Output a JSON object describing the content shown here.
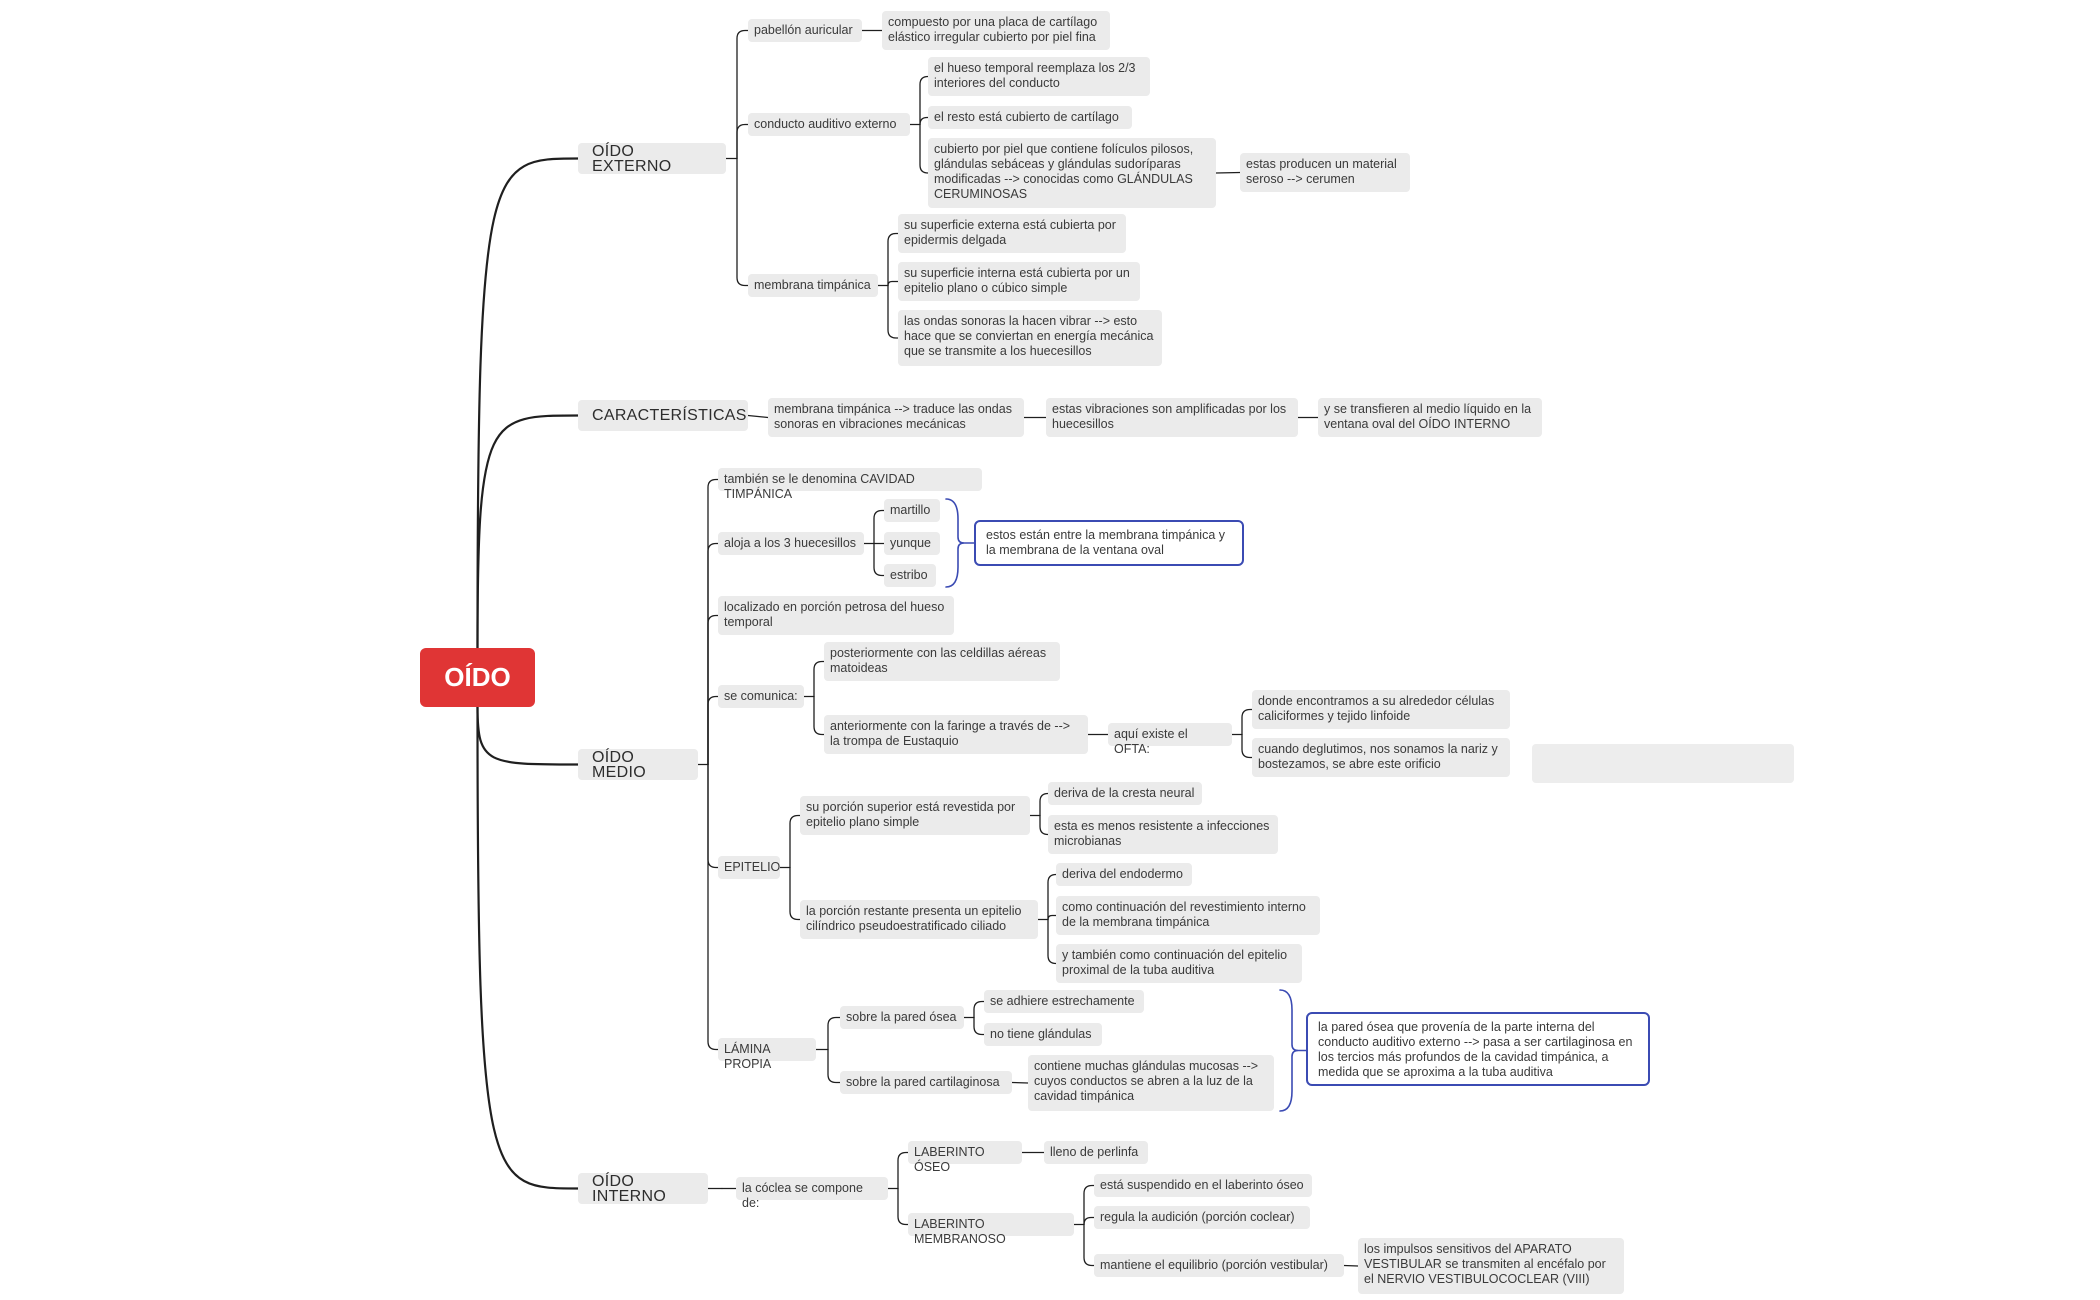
{
  "mindmap": {
    "root": "OÍDO",
    "branches": {
      "externo": {
        "title": "OÍDO EXTERNO",
        "pabellon": {
          "label": "pabellón auricular",
          "detail": "compuesto por una placa de cartílago elástico irregular cubierto por piel fina"
        },
        "conducto": {
          "label": "conducto auditivo externo",
          "items": [
            "el hueso temporal reemplaza los 2/3 interiores del conducto",
            "el resto está cubierto de cartílago",
            "cubierto por piel que contiene folículos pilosos, glándulas sebáceas y glándulas sudoríparas modificadas --> conocidas como GLÁNDULAS CERUMINOSAS"
          ],
          "cerumen": "estas producen un material seroso --> cerumen"
        },
        "membrana": {
          "label": "membrana timpánica",
          "items": [
            "su superficie externa está cubierta por epidermis delgada",
            "su superficie interna está cubierta por un epitelio plano o cúbico simple",
            "las ondas sonoras la hacen vibrar --> esto hace que se conviertan en energía mecánica que se transmite a los huecesillos"
          ]
        }
      },
      "caracteristicas": {
        "title": "CARACTERÍSTICAS",
        "chain": [
          "membrana timpánica --> traduce las ondas sonoras en vibraciones mecánicas",
          "estas vibraciones son amplificadas por los huecesillos",
          "y se transfieren al medio líquido en la ventana oval del OÍDO INTERNO"
        ]
      },
      "medio": {
        "title": "OÍDO MEDIO",
        "cavidad": "también se le denomina CAVIDAD TIMPÁNICA",
        "huecesillos": {
          "label": "aloja a los 3 huecesillos",
          "items": [
            "martillo",
            "yunque",
            "estribo"
          ],
          "note": "estos están entre la membrana timpánica y la membrana de la ventana oval"
        },
        "localizado": "localizado en porción petrosa del hueso temporal",
        "comunica": {
          "label": "se comunica:",
          "posterior": "posteriormente con las celdillas aéreas matoideas",
          "anterior": "anteriormente con la faringe a través de --> la trompa de Eustaquio",
          "ofta": "aquí existe el OFTA:",
          "ofta_items": [
            " donde encontramos a su alrededor células caliciformes y tejido linfoide",
            "cuando deglutimos, nos sonamos la nariz y bostezamos, se abre este orificio"
          ]
        },
        "epitelio": {
          "label": "EPITELIO",
          "superior": "su porción superior está revestida por epitelio plano simple",
          "superior_items": [
            "deriva de la cresta neural",
            "esta es menos resistente a infecciones microbianas"
          ],
          "restante": "la porción restante presenta un epitelio cilíndrico pseudoestratificado ciliado",
          "restante_items": [
            "deriva del endodermo",
            "como continuación del revestimiento interno de la membrana timpánica",
            "y también como continuación del epitelio proximal de la tuba auditiva"
          ]
        },
        "lamina": {
          "label": "LÁMINA PROPIA",
          "osea": "sobre la pared ósea",
          "osea_items": [
            "se adhiere estrechamente",
            "no tiene glándulas"
          ],
          "cartilaginosa": "sobre la pared cartilaginosa",
          "cartilaginosa_detail": "contiene muchas glándulas mucosas --> cuyos conductos se abren a la luz de la cavidad timpánica",
          "note": "la pared ósea que provenía de la parte interna del conducto auditivo externo --> pasa a ser cartilaginosa en los tercios más profundos de la cavidad timpánica, a medida que se aproxima a la tuba auditiva"
        }
      },
      "interno": {
        "title": "OÍDO INTERNO",
        "coclea": "la cóclea se compone de:",
        "oseo": {
          "label": "LABERINTO ÓSEO",
          "detail": "lleno de perlinfa"
        },
        "membranoso": {
          "label": "LABERINTO MEMBRANOSO",
          "items": [
            "está suspendido en el laberinto óseo",
            "regula la audición (porción coclear)",
            "mantiene el equilibrio (porción vestibular)"
          ],
          "vestibular": "los impulsos sensitivos del APARATO VESTIBULAR se transmiten al encéfalo por el NERVIO VESTIBULOCOCLEAR (VIII)"
        }
      }
    },
    "colors": {
      "root": "#e03535",
      "node": "#ebebeb",
      "line": "#1f1f1f",
      "accent": "#3b4bb3"
    }
  }
}
